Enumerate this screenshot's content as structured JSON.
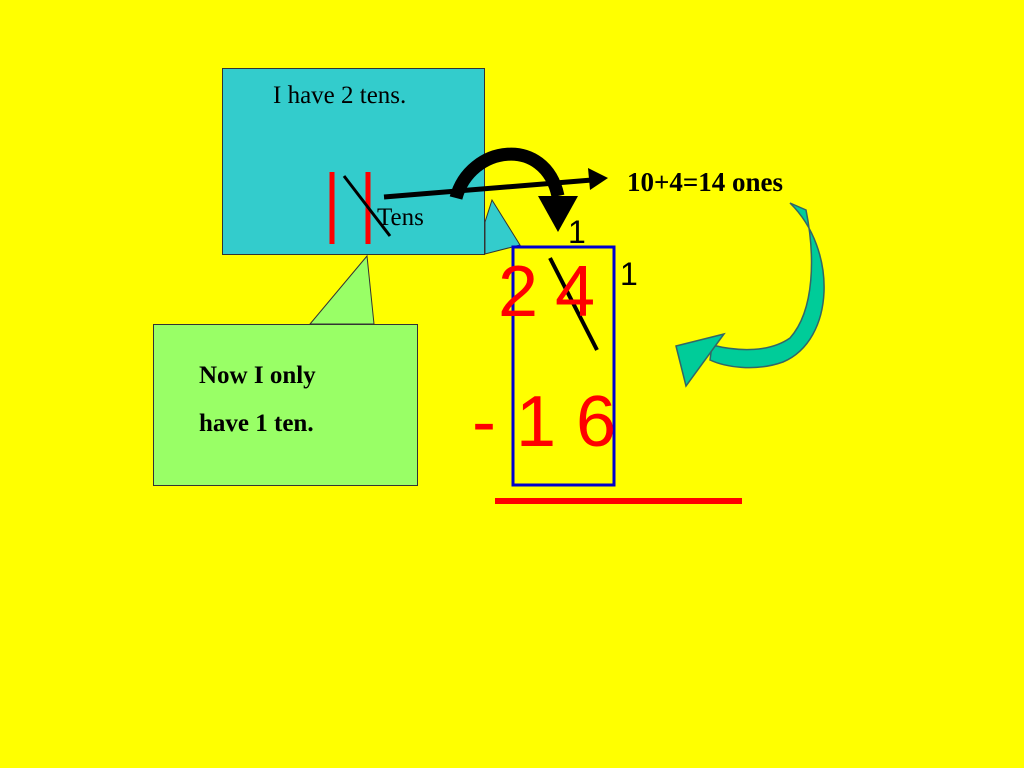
{
  "slide": {
    "background_color": "#ffff00",
    "tens_callout": {
      "text": "I have 2 tens.",
      "tally_label": "Tens",
      "fill_color": "#33cccc"
    },
    "ones_callout": {
      "line1": "Now I only",
      "line2": "have 1 ten.",
      "fill_color": "#99ff66"
    },
    "equation_label": "10+4=14 ones",
    "problem": {
      "top_tens": "2",
      "top_ones": "4",
      "bottom_line": "- 1 6",
      "regroup_tens": "1",
      "regroup_ones": "1",
      "digit_color": "#ff0000",
      "box_color": "#0000cc"
    },
    "icons": {
      "curved_arrow": "curved-arrow-icon",
      "straight_arrow": "arrow-right-icon",
      "green_arrow": "curved-arrow-icon"
    }
  }
}
